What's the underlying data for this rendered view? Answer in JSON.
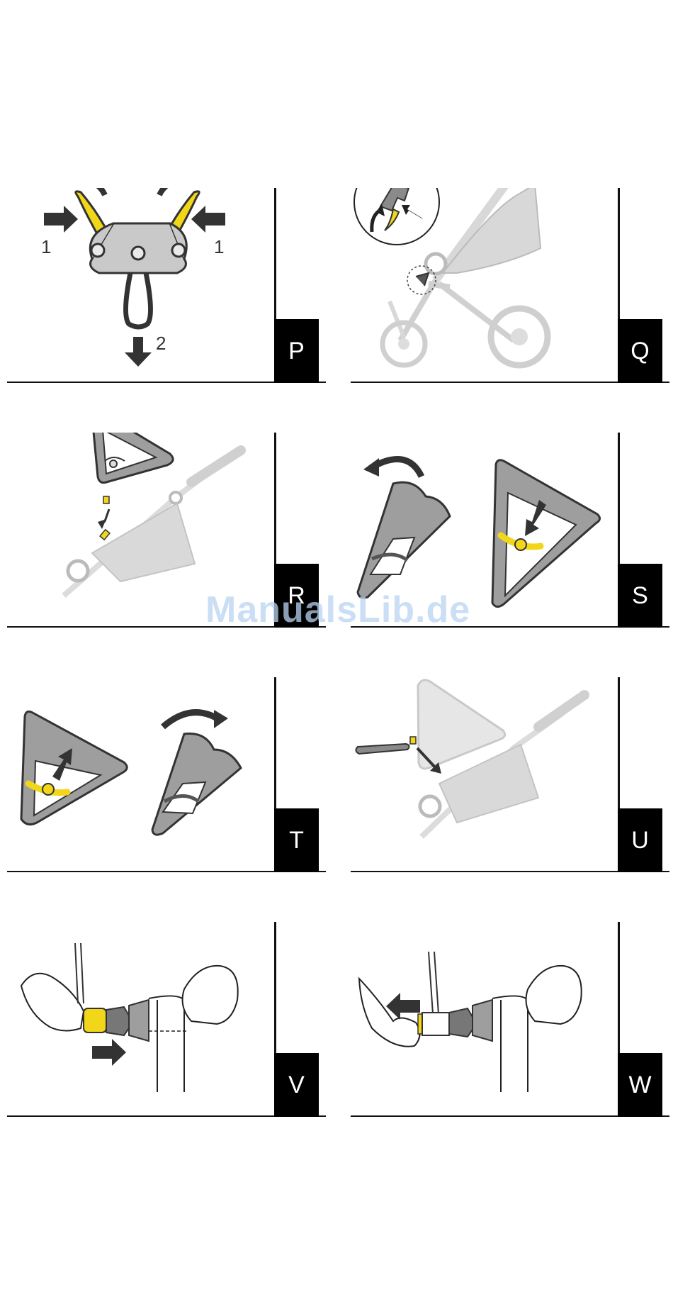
{
  "panels": [
    {
      "letter": "P",
      "numbers": [
        "1",
        "1",
        "2"
      ]
    },
    {
      "letter": "Q"
    },
    {
      "letter": "R"
    },
    {
      "letter": "S"
    },
    {
      "letter": "T"
    },
    {
      "letter": "U"
    },
    {
      "letter": "V"
    },
    {
      "letter": "W"
    }
  ],
  "watermark": "ManualsLib.de",
  "colors": {
    "accent": "#f2d61a",
    "frame": "#d6d6d6",
    "dark": "#333333",
    "hood": "#9e9e9e"
  }
}
